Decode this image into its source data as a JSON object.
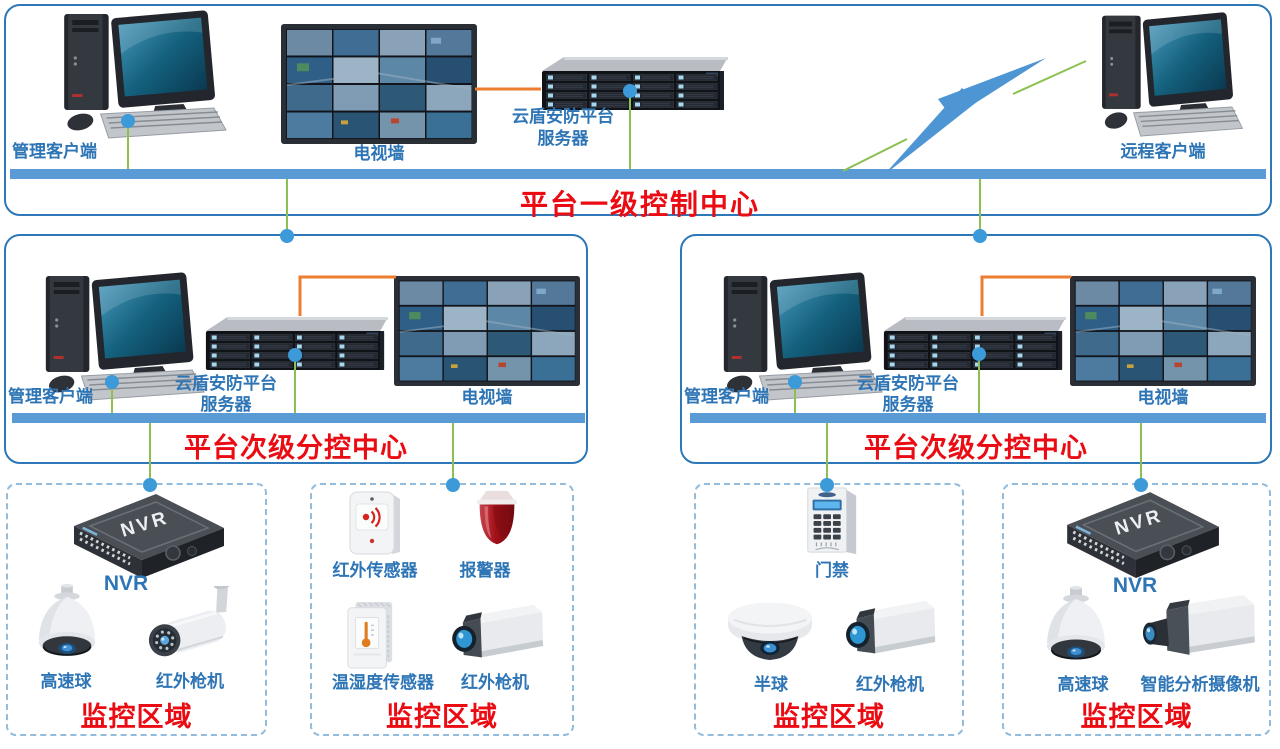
{
  "control_center": {
    "title": "平台一级控制中心",
    "management_client": "管理客户端",
    "tv_wall": "电视墙",
    "server_line1": "云盾安防平台",
    "server_line2": "服务器",
    "remote_client": "远程客户端"
  },
  "sub_centers": [
    {
      "title": "平台次级分控中心",
      "management_client": "管理客户端",
      "server_line1": "云盾安防平台",
      "server_line2": "服务器",
      "tv_wall": "电视墙"
    },
    {
      "title": "平台次级分控中心",
      "management_client": "管理客户端",
      "server_line1": "云盾安防平台",
      "server_line2": "服务器",
      "tv_wall": "电视墙"
    }
  ],
  "zones": [
    {
      "title": "监控区域",
      "nvr_badge": "NVR",
      "items": [
        {
          "label": "NVR"
        },
        {
          "label": "高速球"
        },
        {
          "label": "红外枪机"
        }
      ]
    },
    {
      "title": "监控区域",
      "items": [
        {
          "label": "红外传感器"
        },
        {
          "label": "报警器"
        },
        {
          "label": "温湿度传感器"
        },
        {
          "label": "红外枪机"
        }
      ]
    },
    {
      "title": "监控区域",
      "items": [
        {
          "label": "门禁"
        },
        {
          "label": "半球"
        },
        {
          "label": "红外枪机"
        }
      ]
    },
    {
      "title": "监控区域",
      "nvr_badge": "NVR",
      "items": [
        {
          "label": "NVR"
        },
        {
          "label": "高速球"
        },
        {
          "label": "智能分析摄像机"
        }
      ]
    }
  ],
  "colors": {
    "bus_bar_blue": "#5B9BD5",
    "panel_border_blue": "#2E77B8",
    "label_blue": "#2E75B6",
    "title_red": "#EA0B13",
    "line_green": "#8CC152",
    "line_orange": "#ED7D31",
    "node_dot_blue": "#3D9AD8",
    "lightning_blue": "#4E96D3"
  }
}
